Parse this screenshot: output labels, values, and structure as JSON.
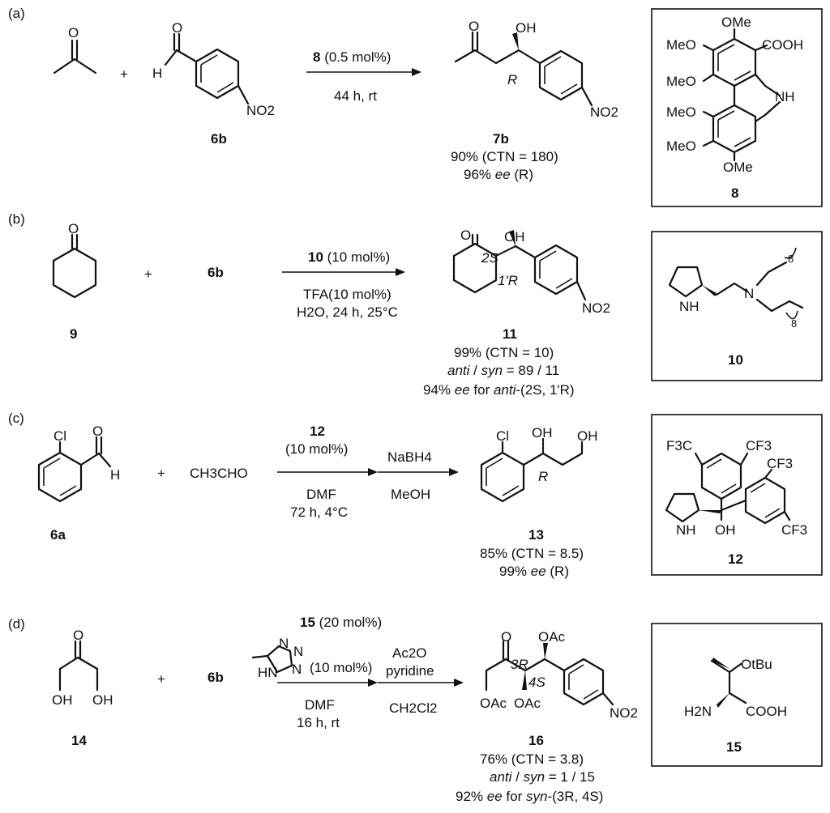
{
  "panels": {
    "a": {
      "tag": "(a)",
      "substrate2": "6b",
      "catalyst_ref": "8",
      "catalyst_loading": " (0.5 mol%)",
      "conditions": "44 h, rt",
      "product": "7b",
      "yield": "90% (CTN = 180)",
      "ee_value": "96% ",
      "ee_word": "ee",
      "ee_config": " (R)",
      "stereo_label": "R",
      "catalyst_label": "8",
      "struct_text": {
        "ome_top": "OMe",
        "meo_1": "MeO",
        "cooh": "COOH",
        "meo_2": "MeO",
        "nh": "NH",
        "meo_3": "MeO",
        "meo_4": "MeO",
        "ome_bottom": "OMe",
        "oh": "OH",
        "o": "O",
        "h": "H",
        "no2": "NO2"
      }
    },
    "b": {
      "tag": "(b)",
      "substrate1": "9",
      "substrate2": "6b",
      "catalyst_ref": "10",
      "catalyst_loading": " (10 mol%)",
      "acid": "TFA(10 mol%)",
      "conditions": "H2O, 24 h, 25°C",
      "product": "11",
      "yield": "99% (CTN = 10)",
      "dr_prefix": "anti",
      "dr_mid": " / ",
      "dr_syn": "syn",
      "dr_value": " = 89 / 11",
      "ee_line_a": "94% ",
      "ee_word": "ee",
      "ee_line_b": " for ",
      "ee_anti": "anti",
      "ee_line_c": "-(2S, 1'R)",
      "stereo_2s": "2S",
      "stereo_1r": "1'R",
      "catalyst_label": "10",
      "chain_count": "8"
    },
    "c": {
      "tag": "(c)",
      "substrate1": "6a",
      "substrate2": "CH3CHO",
      "catalyst_ref": "12",
      "catalyst_loading": "(10 mol%)",
      "solvent": "DMF",
      "conditions": "72 h, 4°C",
      "reductant": "NaBH4",
      "reductant_solvent": "MeOH",
      "product": "13",
      "yield": "85% (CTN = 8.5)",
      "ee_value": "99% ",
      "ee_word": "ee",
      "ee_config": " (R)",
      "stereo_label": "R",
      "catalyst_label": "12",
      "cf3": "CF3",
      "f3c": "F3C"
    },
    "d": {
      "tag": "(d)",
      "substrate1": "14",
      "substrate2": "6b",
      "catalyst_ref": "15",
      "catalyst_loading": " (20 mol%)",
      "additive_loading": "(10 mol%)",
      "solvent": "DMF",
      "conditions": "16 h, rt",
      "reagent1": "Ac2O",
      "reagent2": "pyridine",
      "reagent_solvent": "CH2Cl2",
      "product": "16",
      "yield": "76% (CTN = 3.8)",
      "dr_prefix": "anti",
      "dr_syn": "syn",
      "dr_value": " = 1 / 15",
      "ee_line_a": "92% ",
      "ee_word": "ee",
      "ee_line_b": " for ",
      "ee_syn": "syn",
      "ee_line_c": "-(3R, 4S)",
      "stereo_3r": "3R",
      "stereo_4s": "4S",
      "catalyst_label": "15",
      "otbu": "OtBu",
      "h2n": "H2N",
      "cooh": "COOH",
      "oac": "OAc",
      "hn": "HN",
      "n": "N",
      "plus": "+"
    }
  }
}
